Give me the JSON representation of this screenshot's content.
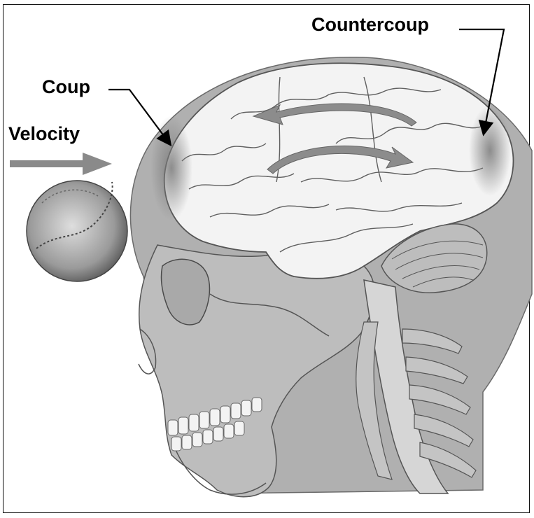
{
  "labels": {
    "countercoup": "Countercoup",
    "coup": "Coup",
    "velocity": "Velocity"
  },
  "colors": {
    "skull": "#b7b7b7",
    "scalp": "#a8a8a8",
    "brain": "#f2f2f2",
    "brain_outline": "#5a5a5a",
    "arrow": "#8a8a8a",
    "ball": "#c9c9c9",
    "text": "#000000"
  },
  "icons": {
    "ball": "baseball-icon",
    "impact_arrow": "velocity-arrow-icon"
  }
}
